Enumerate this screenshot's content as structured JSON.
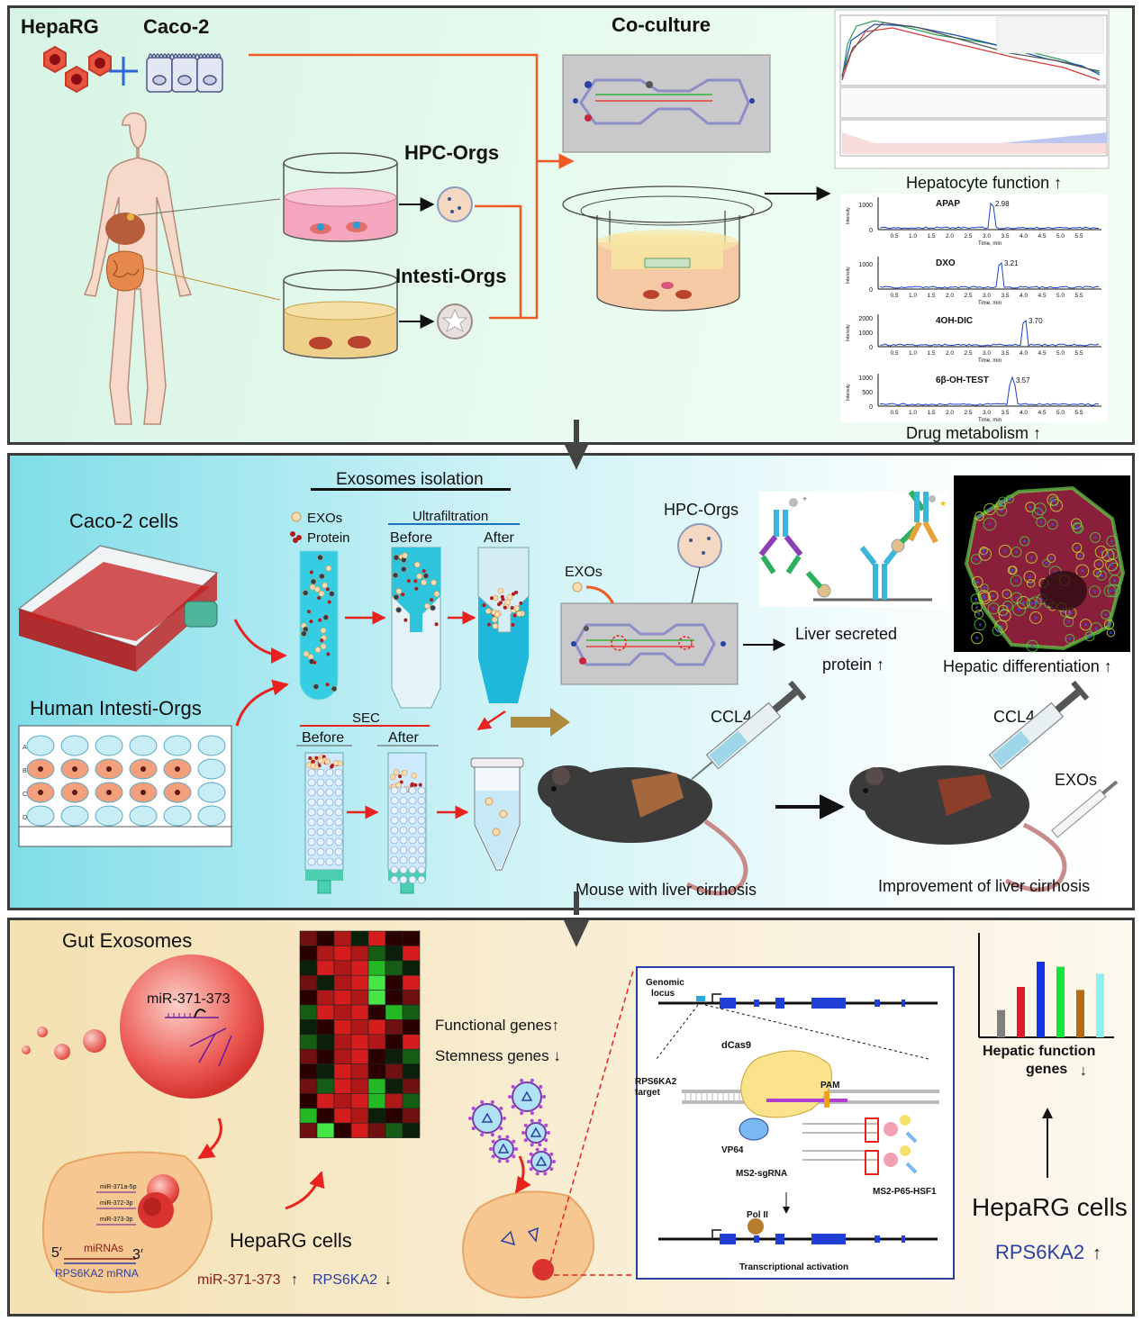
{
  "panel1": {
    "hepaRG": "HepaRG",
    "caco2": "Caco-2",
    "coculture": "Co-culture",
    "hpc_orgs": "HPC-Orgs",
    "intesti_orgs": "Intesti-Orgs",
    "hepatocyte_function": "Hepatocyte function",
    "drug_metabolism": "Drug metabolism",
    "chromatograms": [
      {
        "name": "APAP",
        "peak": "2.98",
        "yticks": [
          "1000",
          "0"
        ]
      },
      {
        "name": "DXO",
        "peak": "3.21",
        "yticks": [
          "1000",
          "0"
        ]
      },
      {
        "name": "4OH-DIC",
        "peak": "3.70",
        "yticks": [
          "2000",
          "1000",
          "0"
        ]
      },
      {
        "name": "6β-OH-TEST",
        "peak": "3.57",
        "yticks": [
          "1000",
          "500",
          "0"
        ]
      }
    ],
    "xticks": [
      "0.5",
      "1.0",
      "1.5",
      "2.0",
      "2.5",
      "3.0",
      "3.5",
      "4.0",
      "4.5",
      "5.0",
      "5.5"
    ],
    "xlabel": "Time, min",
    "ylabel": "Intensity"
  },
  "panel2": {
    "exosomes_isolation": "Exosomes isolation",
    "caco2_cells": "Caco-2 cells",
    "human_intesti_orgs": "Human Intesti-Orgs",
    "exos_legend": "EXOs",
    "protein_legend": "Protein",
    "ultrafiltration": "Ultrafiltration",
    "before": "Before",
    "after": "After",
    "sec": "SEC",
    "sec_before": "Before",
    "sec_after": "After",
    "hpc_orgs": "HPC-Orgs",
    "exos": "EXOs",
    "liver_secreted_1": "Liver secreted",
    "liver_secreted_2": "protein",
    "hepatic_differentiation": "Hepatic differentiation",
    "ccl4_left": "CCL4",
    "ccl4_right": "CCL4",
    "exos_right": "EXOs",
    "mouse_cirrhosis": "Mouse with liver cirrhosis",
    "improvement": "Improvement of liver cirrhosis",
    "plate_rows": [
      "A",
      "B",
      "C",
      "D"
    ]
  },
  "panel3": {
    "gut_exosomes": "Gut Exosomes",
    "mir_cluster": "miR-371-373",
    "mir_list": [
      "miR-371a-5p",
      "miR-372-3p",
      "miR-373-3p"
    ],
    "five_prime": "5′",
    "three_prime": "3′",
    "mirnas": "miRNAs",
    "rps_mrna": "RPS6KA2 mRNA",
    "heparg_cells": "HepaRG cells",
    "mir_up": "miR-371-373",
    "rps_down": "RPS6KA2",
    "functional_genes": "Functional genes",
    "stemness_genes": "Stemness genes",
    "genomic_locus_1": "Genomic",
    "genomic_locus_2": "locus",
    "dcas9": "dCas9",
    "rps_target_1": "RPS6KA2",
    "rps_target_2": "target",
    "pam": "PAM",
    "vp64": "VP64",
    "ms2_sgrna": "MS2-sgRNA",
    "ms2_p65": "MS2-P65-HSF1",
    "pol2": "Pol II",
    "transcriptional_activation": "Transcriptional activation",
    "hepatic_function_genes_1": "Hepatic function",
    "hepatic_function_genes_2": "genes",
    "heparg_cells_right": "HepaRG cells",
    "rps_up": "RPS6KA2",
    "bar_levels": [
      0.27,
      0.5,
      0.75,
      0.7,
      0.47,
      0.63
    ],
    "bar_colors": [
      "#808080",
      "#e3192d",
      "#1333e6",
      "#13e637",
      "#b46e12",
      "#8ef0f0"
    ]
  }
}
